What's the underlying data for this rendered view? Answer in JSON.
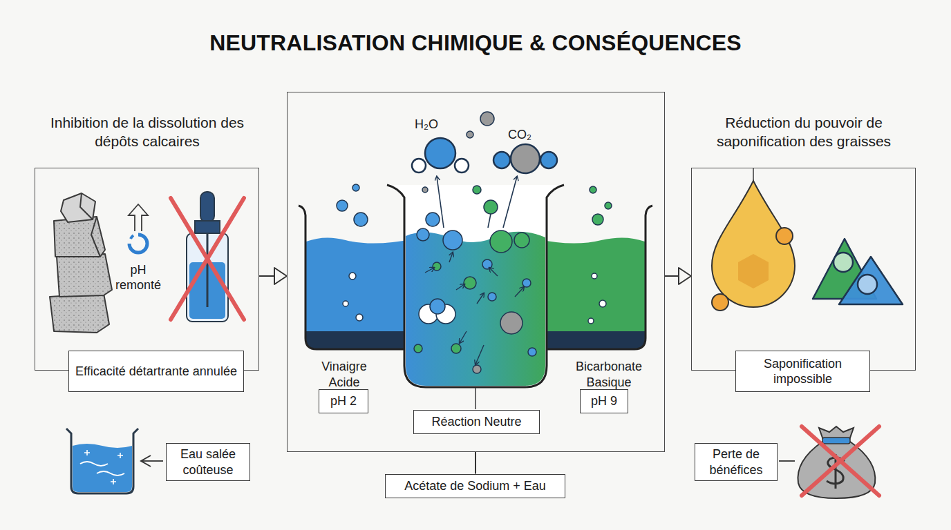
{
  "diagram": {
    "title": "NEUTRALISATION CHIMIQUE & CONSÉQUENCES",
    "nodes": [
      {
        "text": [
          "Inhibition de la dissolution des dépôts calcaires"
        ]
      },
      {
        "text": [
          "Efficacité détartrante annulée"
        ],
        "in": 0
      },
      {
        "text": [
          "Vinaigre Acide",
          "Bicarbonate Basique"
        ]
      },
      {
        "text": [
          "pH 2"
        ],
        "in": 2
      },
      {
        "text": [
          "Réaction Neutre"
        ],
        "in": 2
      },
      {
        "text": [
          "pH 9"
        ],
        "in": 2
      },
      {
        "text": [
          "Réduction du pouvoir de saponification des graisses"
        ]
      },
      {
        "text": [
          "Saponification impossible"
        ],
        "in": 6
      },
      {
        "text": [
          "Acétate de Sodium + Eau"
        ]
      },
      {
        "text": [
          "Eau salée coûteuse"
        ]
      },
      {
        "text": [
          "Perte de bénéfices"
        ]
      }
    ],
    "edges": [
      {
        "from": 0,
        "to": 2,
        "arrow": "to"
      },
      {
        "from": 2,
        "to": 6,
        "arrow": "to"
      },
      {
        "from": 2,
        "to": 8,
        "arrow": "none"
      }
    ],
    "labels": [
      "H₂O",
      "CO₂",
      "pH remonté"
    ]
  }
}
